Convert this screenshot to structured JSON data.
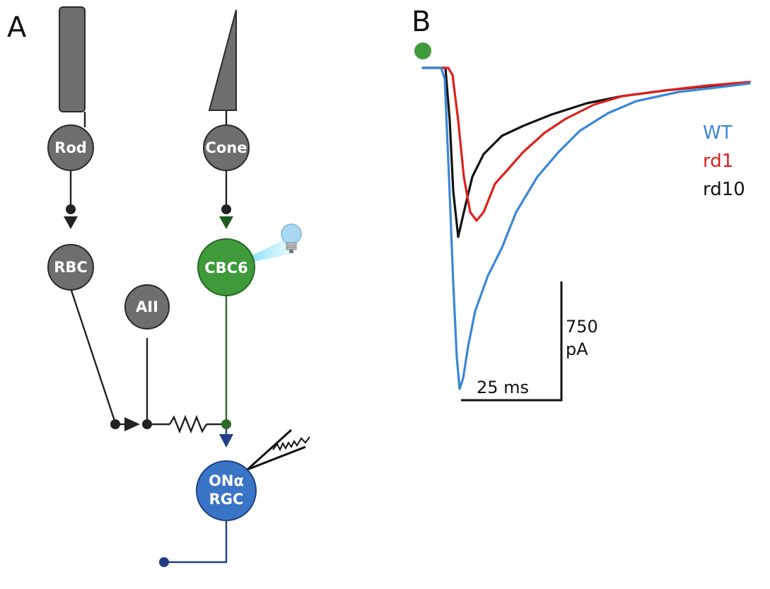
{
  "panels": {
    "a": "A",
    "b": "B"
  },
  "nodes": {
    "rod": "Rod",
    "cone": "Cone",
    "rbc": "RBC",
    "aii": "AII",
    "cbc6": "CBC6",
    "rgc_line1": "ONα",
    "rgc_line2": "RGC"
  },
  "colors": {
    "gray_cell": "#6e6e6e",
    "green_cell": "#3f9a3b",
    "blue_cell": "#3a74c6",
    "wt": "#3a86d8",
    "rd1": "#e0201b",
    "rd10": "#111111",
    "stimulus": "#3f9a3b"
  },
  "legend": [
    {
      "label": "WT",
      "color": "#3a86d8"
    },
    {
      "label": "rd1",
      "color": "#e0201b"
    },
    {
      "label": "rd10",
      "color": "#111111"
    }
  ],
  "scale_bar": {
    "amplitude_line1": "750",
    "amplitude_line2": "pA",
    "time": "25 ms"
  },
  "icons": {
    "stimulus": "light-bulb-icon",
    "electrode": "recording-electrode-icon"
  }
}
